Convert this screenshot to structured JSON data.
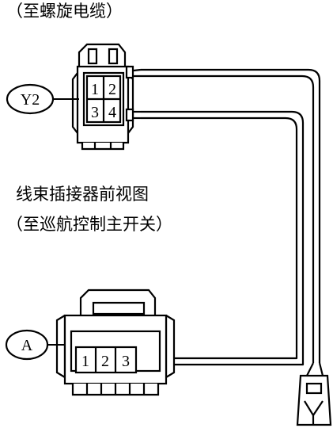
{
  "caption_top": "（至螺旋电缆）",
  "caption_mid_line1": "线束插接器前视图",
  "caption_mid_line2": "（至巡航控制主开关）",
  "connector_y2": {
    "label": "Y2",
    "pins": [
      "1",
      "2",
      "3",
      "4"
    ]
  },
  "connector_a": {
    "label": "A",
    "pins": [
      "1",
      "2",
      "3"
    ]
  }
}
